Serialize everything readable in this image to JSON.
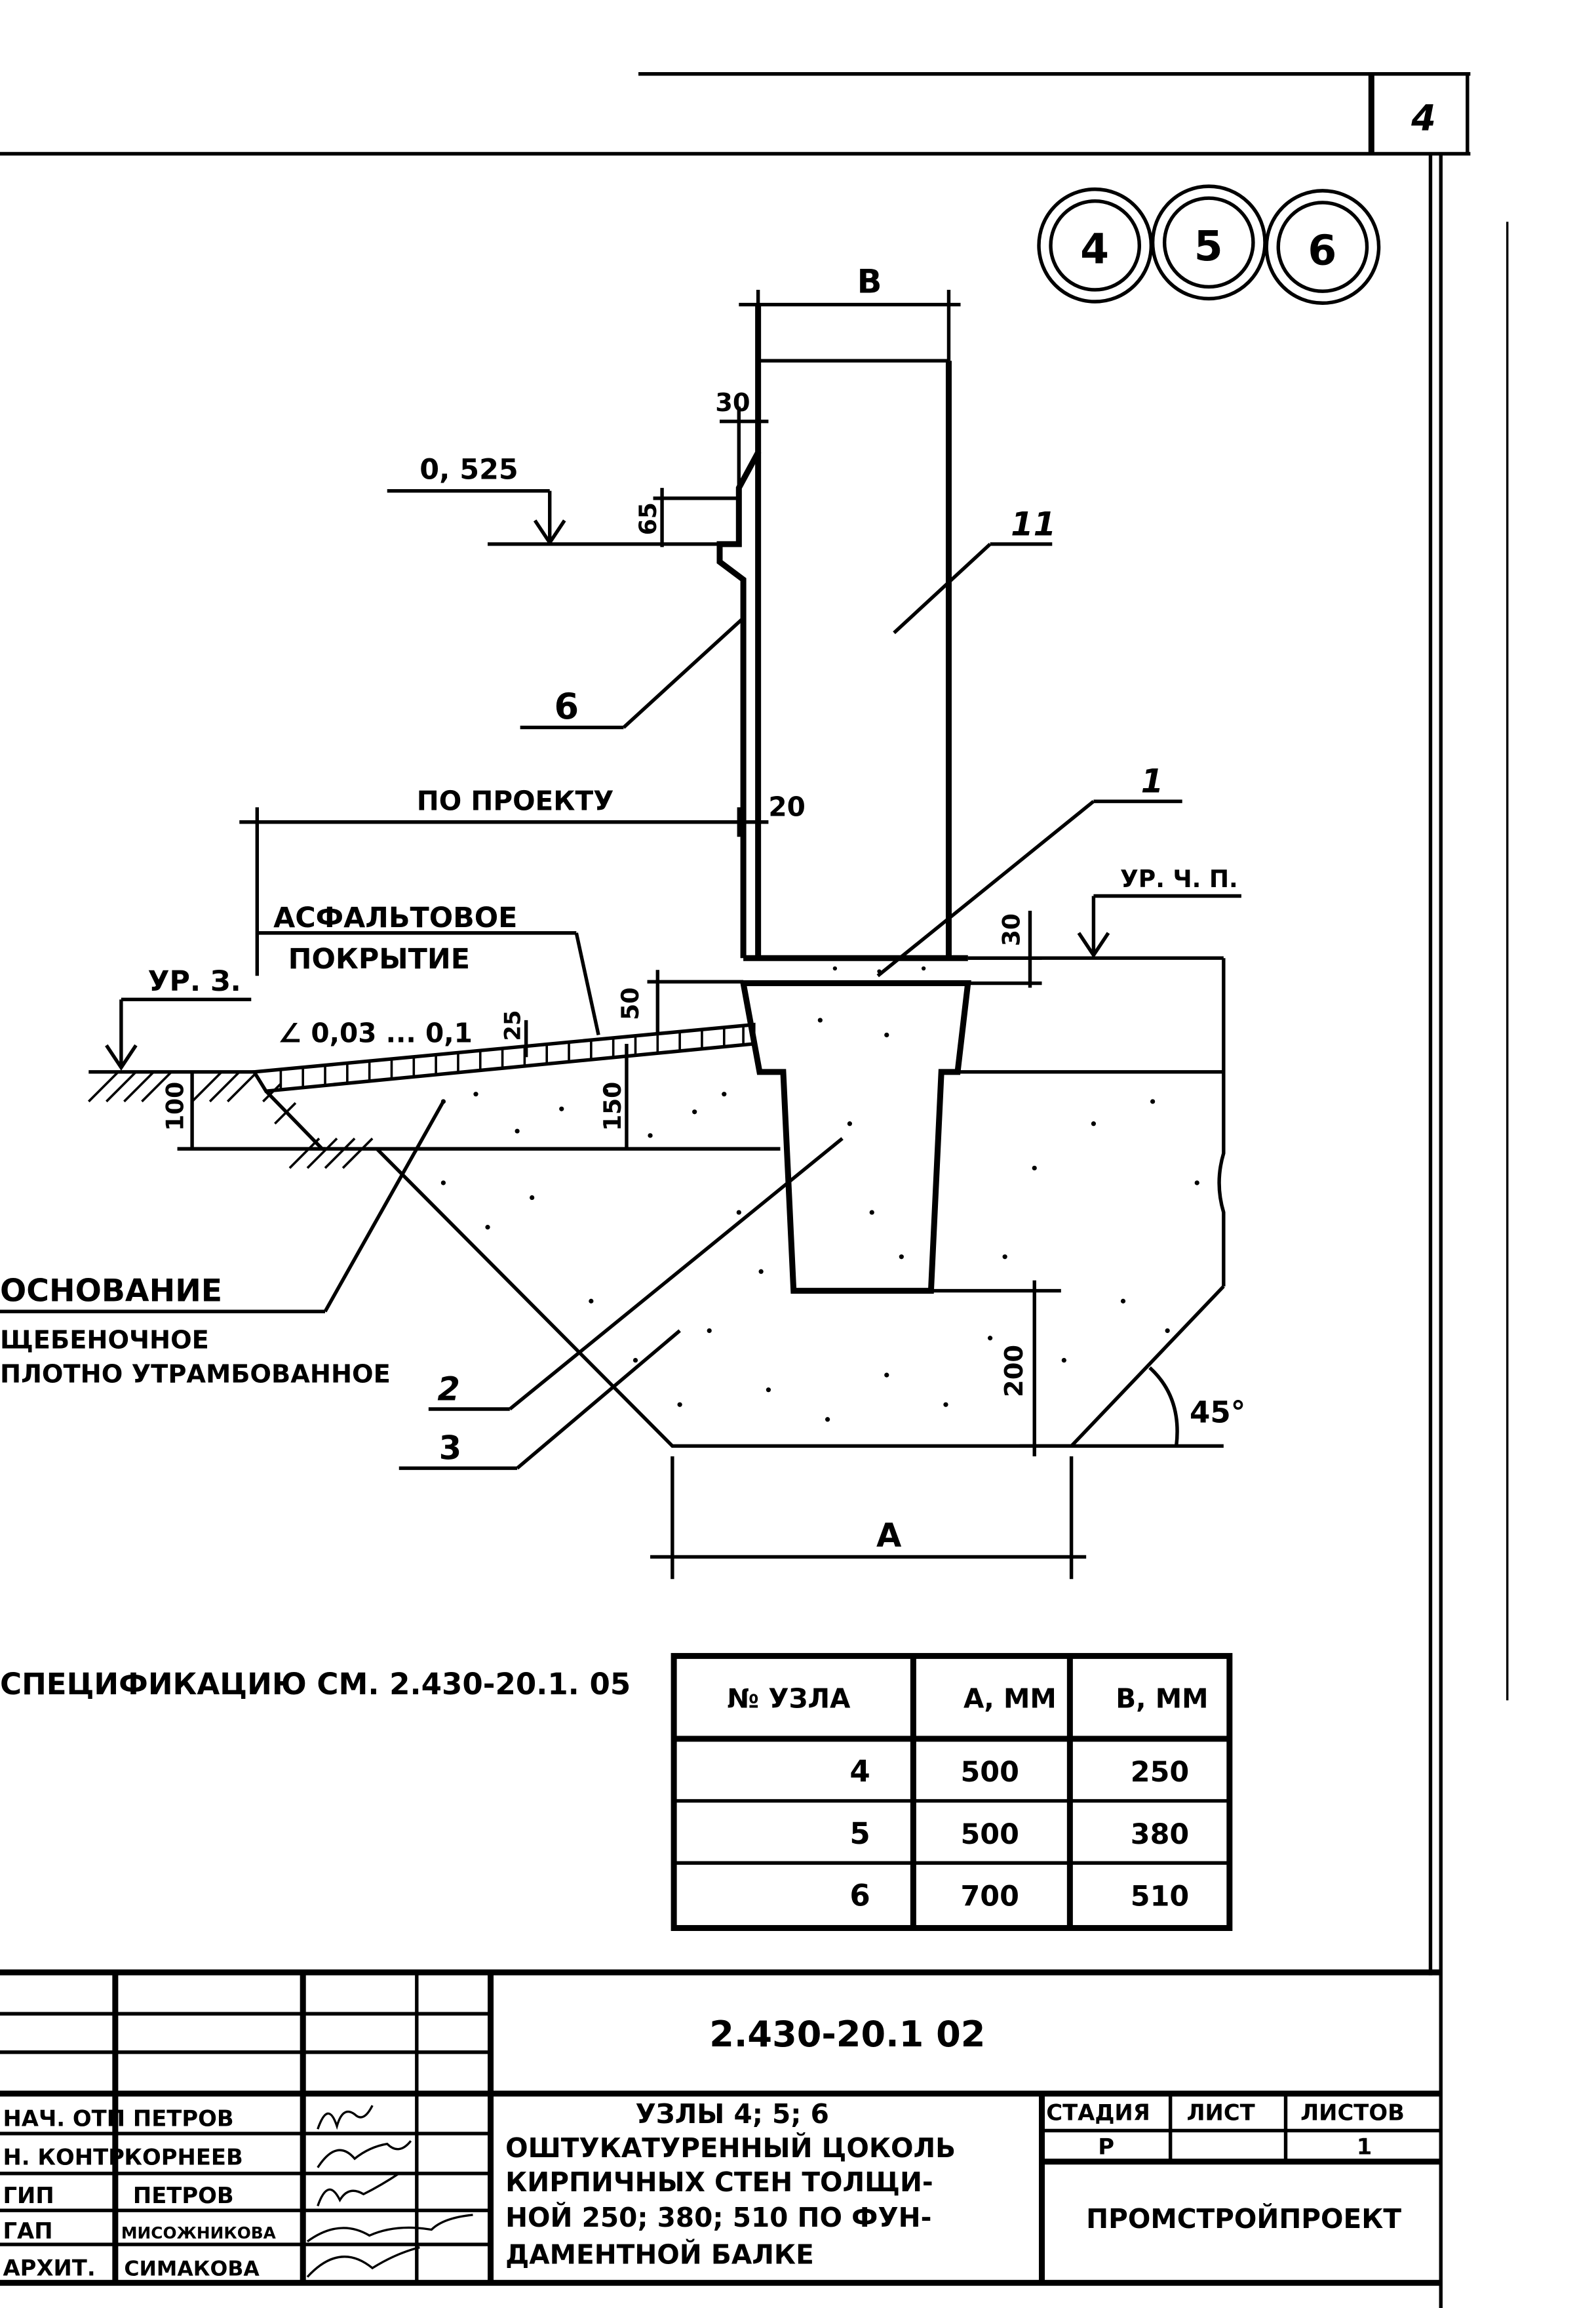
{
  "sheet": {
    "page_number": "4",
    "node_circles": [
      "4",
      "5",
      "6"
    ]
  },
  "drawing": {
    "dim_b": "B",
    "dim_a": "A",
    "dim_30_top": "30",
    "dim_65": "65",
    "mark_0525": "0, 525",
    "leader_11": "11",
    "leader_6": "6",
    "leader_1": "1",
    "leader_2": "2",
    "leader_3": "3",
    "label_po_proektu": "ПО ПРОЕКТУ",
    "dim_20": "20",
    "label_ur_chp": "УР. Ч. П.",
    "dim_30_right": "30",
    "asphalt_line1": "АСФАЛЬТОВОЕ",
    "asphalt_line2": "ПОКРЫТИЕ",
    "label_ur_z": "УР. З.",
    "slope": "∠ 0,03 ... 0,1",
    "dim_50": "50",
    "dim_25": "25",
    "dim_150": "150",
    "dim_100": "100",
    "dim_200": "200",
    "angle_45": "45°",
    "base_line1": "ОСНОВАНИЕ",
    "base_line2": "ЩЕБЕНОЧНОЕ",
    "base_line3": "ПЛОТНО УТРАМБОВАННОЕ"
  },
  "spec_note": "СПЕЦИФИКАЦИЮ СМ. 2.430-20.1. 05",
  "node_table": {
    "headers": [
      "№ УЗЛА",
      "А, ММ",
      "В, ММ"
    ],
    "rows": [
      [
        "4",
        "500",
        "250"
      ],
      [
        "5",
        "500",
        "380"
      ],
      [
        "6",
        "700",
        "510"
      ]
    ]
  },
  "title_block": {
    "doc_code": "2.430-20.1 02",
    "roles": [
      "НАЧ. ОТП",
      "Н. КОНТР.",
      "ГИП",
      "ГАП",
      "АРХИТ."
    ],
    "names": [
      "ПЕТРОВ",
      "КОРНЕЕВ",
      "ПЕТРОВ",
      "МИСОЖНИКОВА",
      "СИМАКОВА"
    ],
    "title_line1": "УЗЛЫ 4; 5; 6",
    "title_line2": "ОШТУКАТУРЕННЫЙ ЦОКОЛЬ",
    "title_line3": "КИРПИЧНЫХ СТЕН ТОЛЩИ-",
    "title_line4": "НОЙ 250; 380; 510 ПО ФУН-",
    "title_line5": "ДАМЕНТНОЙ БАЛКЕ",
    "stage_label": "СТАДИЯ",
    "sheet_label": "ЛИСТ",
    "sheets_label": "ЛИСТОВ",
    "stage_value": "Р",
    "sheet_value": "",
    "sheets_value": "1",
    "organization": "ПРОМСТРОЙПРОЕКТ"
  }
}
